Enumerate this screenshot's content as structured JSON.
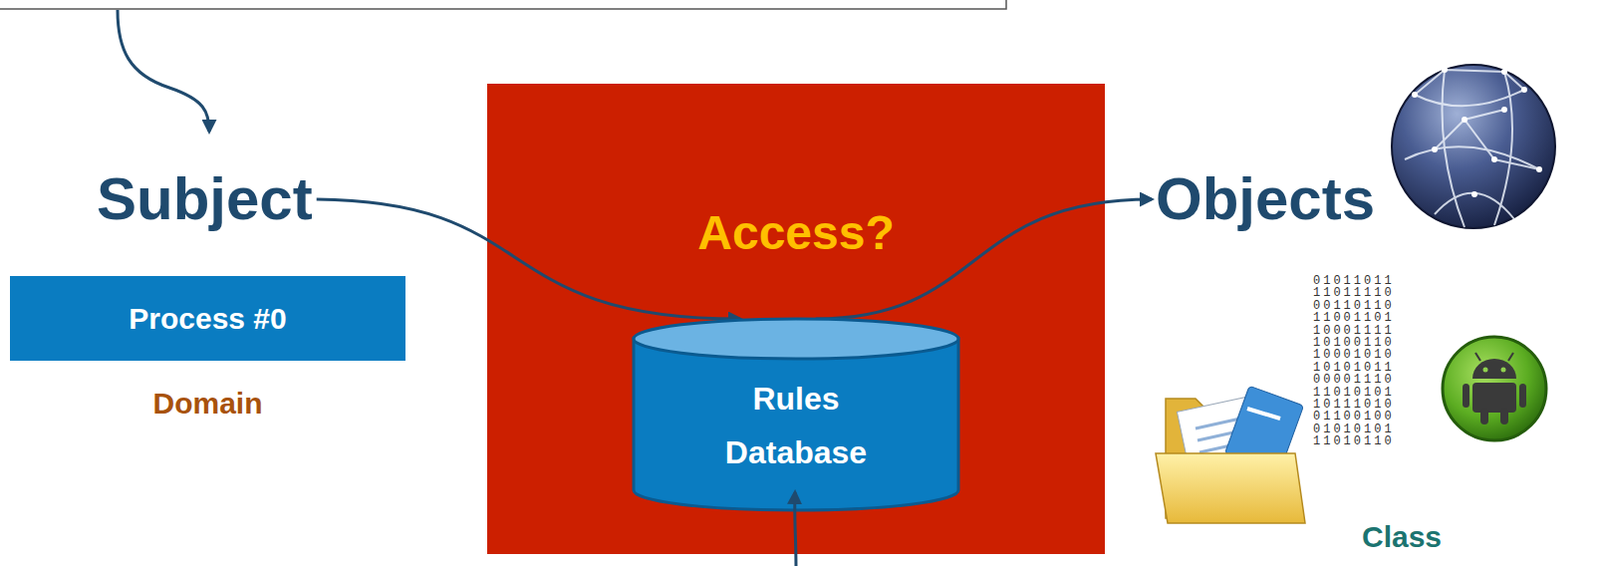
{
  "diagram": {
    "nodes": [
      {
        "text": [
          "Subject"
        ]
      },
      {
        "text": [
          "Process #0",
          "Domain"
        ]
      },
      {
        "text": [
          "Access?"
        ]
      },
      {
        "text": [
          "Rules Database"
        ],
        "in": 2
      },
      {
        "text": [
          "Objects"
        ]
      }
    ],
    "edges": [
      {
        "from": 0,
        "to": 3,
        "arrow": "to"
      },
      {
        "from": 3,
        "to": 4,
        "arrow": "to"
      }
    ],
    "labels": [
      "01011011 11011110 00110110 11001101 10001111 10100110 10001010 10101011 00001110 11010101 10111010 01100100 01010101 11010110",
      "Class"
    ]
  }
}
